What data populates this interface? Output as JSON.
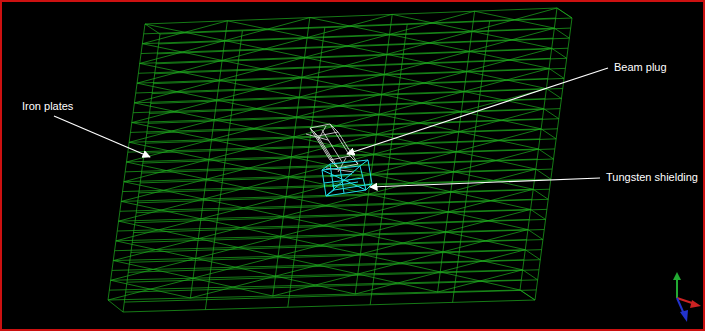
{
  "diagram": {
    "labels": [
      "Iron plates",
      "Beam plug",
      "Tungsten shielding"
    ]
  }
}
